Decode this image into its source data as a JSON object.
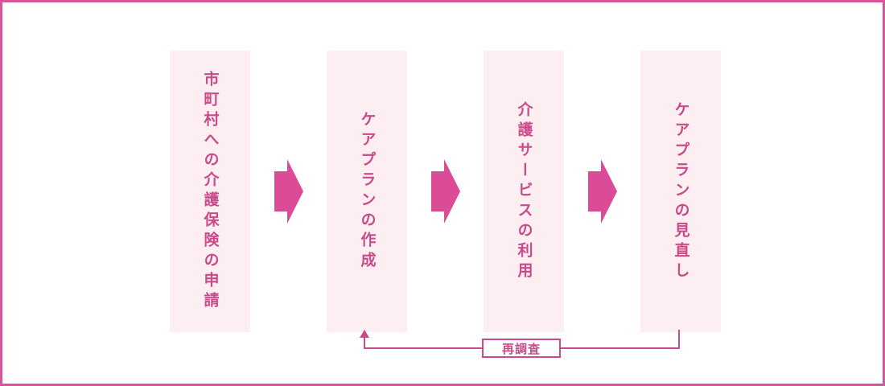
{
  "steps": [
    {
      "label": "市町村への介護保険の申請"
    },
    {
      "label": "ケアプランの作成"
    },
    {
      "label": "介護サービスの利用"
    },
    {
      "label": "ケアプランの見直し"
    }
  ],
  "loop": {
    "label": "再調査"
  },
  "colors": {
    "border": "#d6559a",
    "accent": "#c94b8a",
    "arrow": "#dc4c96",
    "box": "#fdeef1"
  }
}
